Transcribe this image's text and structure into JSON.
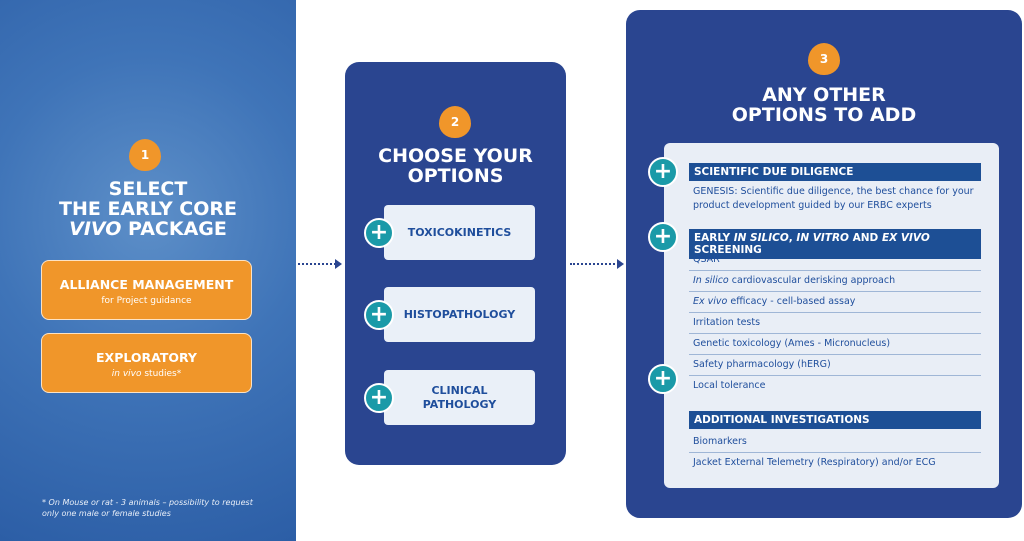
{
  "step1": {
    "number": "1",
    "title_line1": "SELECT",
    "title_line2": "THE EARLY CORE",
    "title_em": "VIVO",
    "title_rest": " PACKAGE",
    "buttons": [
      {
        "label": "ALLIANCE MANAGEMENT",
        "sub": "for Project guidance"
      },
      {
        "label": "EXPLORATORY",
        "sub_em": "in vivo",
        "sub": " studies*"
      }
    ],
    "footnote_line1": "* On Mouse or rat - 3 animals – possibility to request",
    "footnote_line2": "only one male or female studies"
  },
  "step2": {
    "number": "2",
    "title_line1": "CHOOSE YOUR",
    "title_line2": "OPTIONS",
    "options": [
      "TOXICOKINETICS",
      "HISTOPATHOLOGY",
      "CLINICAL PATHOLOGY"
    ]
  },
  "step3": {
    "number": "3",
    "title_line1": "ANY OTHER",
    "title_line2": "OPTIONS TO ADD",
    "sections": [
      {
        "heading": "SCIENTIFIC DUE DILIGENCE",
        "text": "GENESIS: Scientific due diligence, the best chance for your product development  guided by our ERBC experts"
      },
      {
        "heading_parts": [
          "EARLY ",
          "IN SILICO",
          ", ",
          "IN VITRO",
          " AND ",
          "EX VIVO",
          " SCREENING"
        ],
        "items": [
          {
            "text": "QSAR"
          },
          {
            "em": "In silico",
            "text": " cardiovascular derisking approach"
          },
          {
            "em": "Ex vivo",
            "text": " efficacy  - cell-based assay"
          },
          {
            "text": "Irritation tests"
          },
          {
            "text": "Genetic toxicology (Ames - Micronucleus)"
          },
          {
            "text": "Safety pharmacology (hERG)"
          },
          {
            "text": "Local tolerance"
          }
        ]
      },
      {
        "heading": "ADDITIONAL INVESTIGATIONS",
        "items": [
          {
            "text": "Biomarkers"
          },
          {
            "text": "Jacket External Telemetry (Respiratory) and/or ECG"
          }
        ]
      }
    ]
  },
  "colors": {
    "orange": "#f0962a",
    "navy": "#2a4590",
    "teal": "#1a9aa8"
  }
}
